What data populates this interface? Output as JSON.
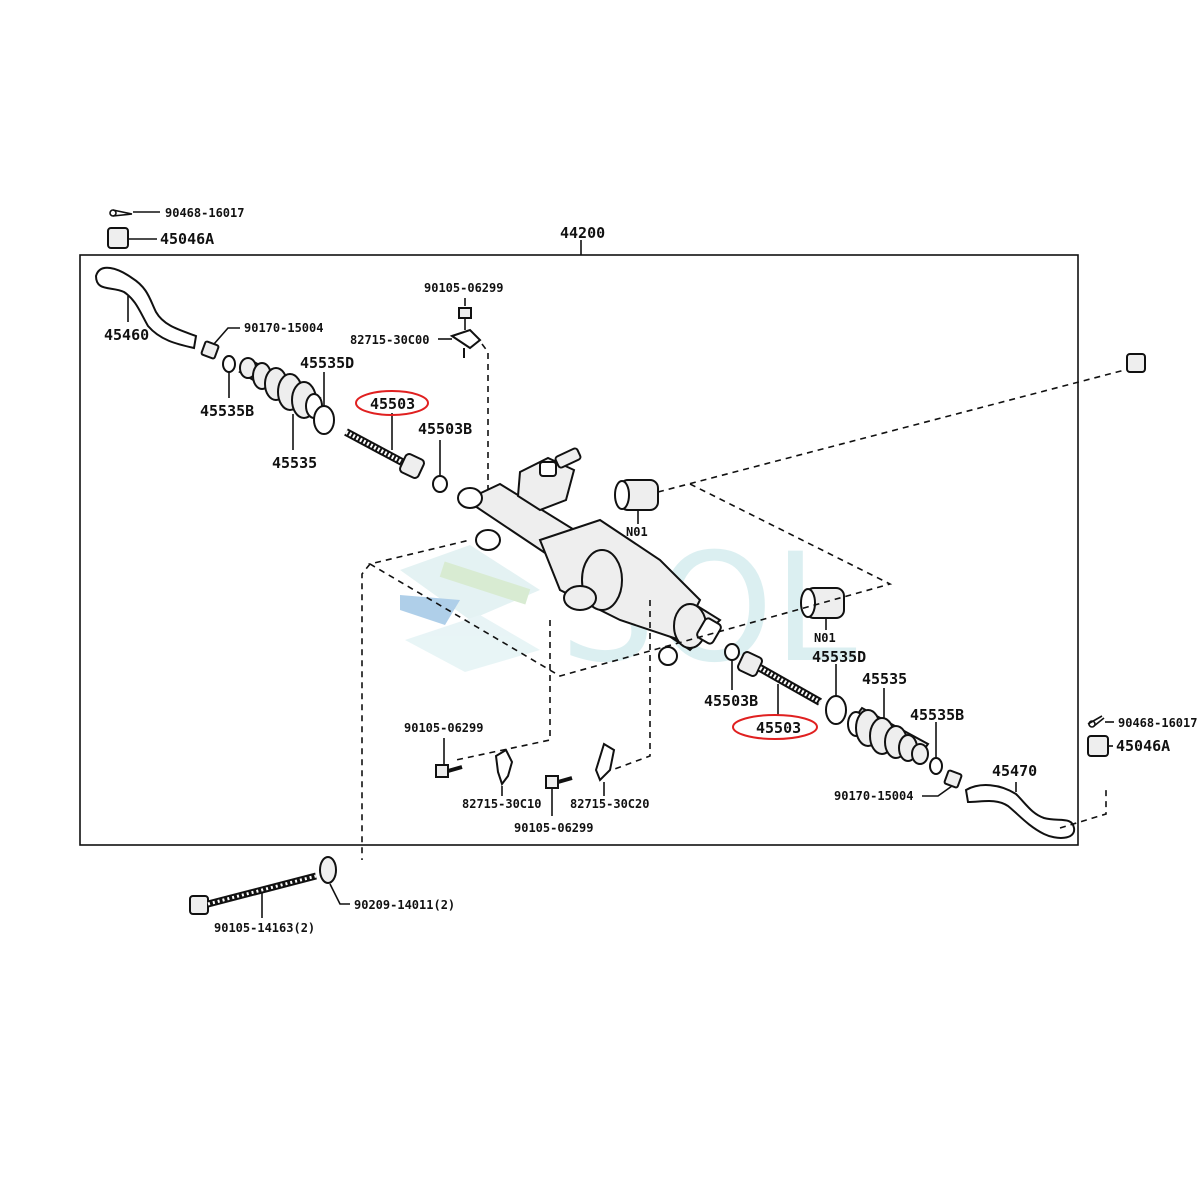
{
  "assembly": {
    "code": "44200"
  },
  "labels": {
    "cotter_pin_left": "90468-16017",
    "castle_nut_left": "45046A",
    "tie_rod_end_left": "45460",
    "lock_nut_left": "90170-15004",
    "clamp_left": "45535B",
    "boot_left": "45535",
    "clip_left": "45535D",
    "rack_end_left": "45503",
    "washer_left": "45503B",
    "bolt_top": "90105-06299",
    "bracket_top": "82715-30C00",
    "bushing_upper": "N01",
    "bushing_lower": "N01",
    "washer_right": "45503B",
    "clip_right": "45535D",
    "boot_right": "45535",
    "clamp_right": "45535B",
    "rack_end_right": "45503",
    "cotter_pin_right": "90468-16017",
    "castle_nut_right": "45046A",
    "tie_rod_end_right": "45470",
    "lock_nut_right": "90170-15004",
    "bolt_left_lower": "90105-06299",
    "bracket_c10": "82715-30C10",
    "bracket_c20": "82715-30C20",
    "bolt_mid_lower": "90105-06299",
    "mount_bolt": "90105-14163(2)",
    "mount_washer": "90209-14011(2)"
  },
  "highlight_color": "#e02020",
  "watermark": {
    "text": "SOL"
  }
}
